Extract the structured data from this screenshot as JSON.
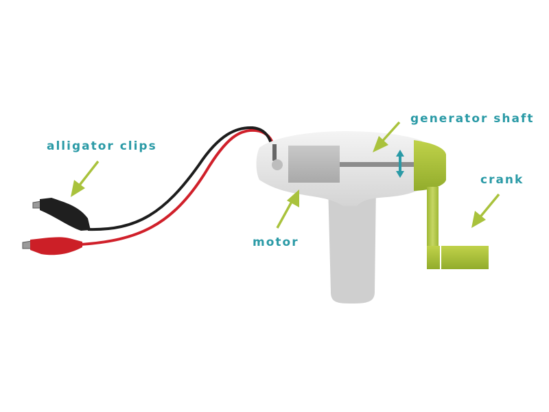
{
  "labels": {
    "generator_shaft": "generator shaft",
    "alligator_clips": "alligator clips",
    "motor": "motor",
    "crank": "crank"
  },
  "colors": {
    "label": "#2a9aa6",
    "arrow": "#a9c23c",
    "body": "#e6e6e6",
    "crank": "#a6bf35",
    "red_wire": "#d0202a",
    "black_wire": "#1d1d1d"
  }
}
